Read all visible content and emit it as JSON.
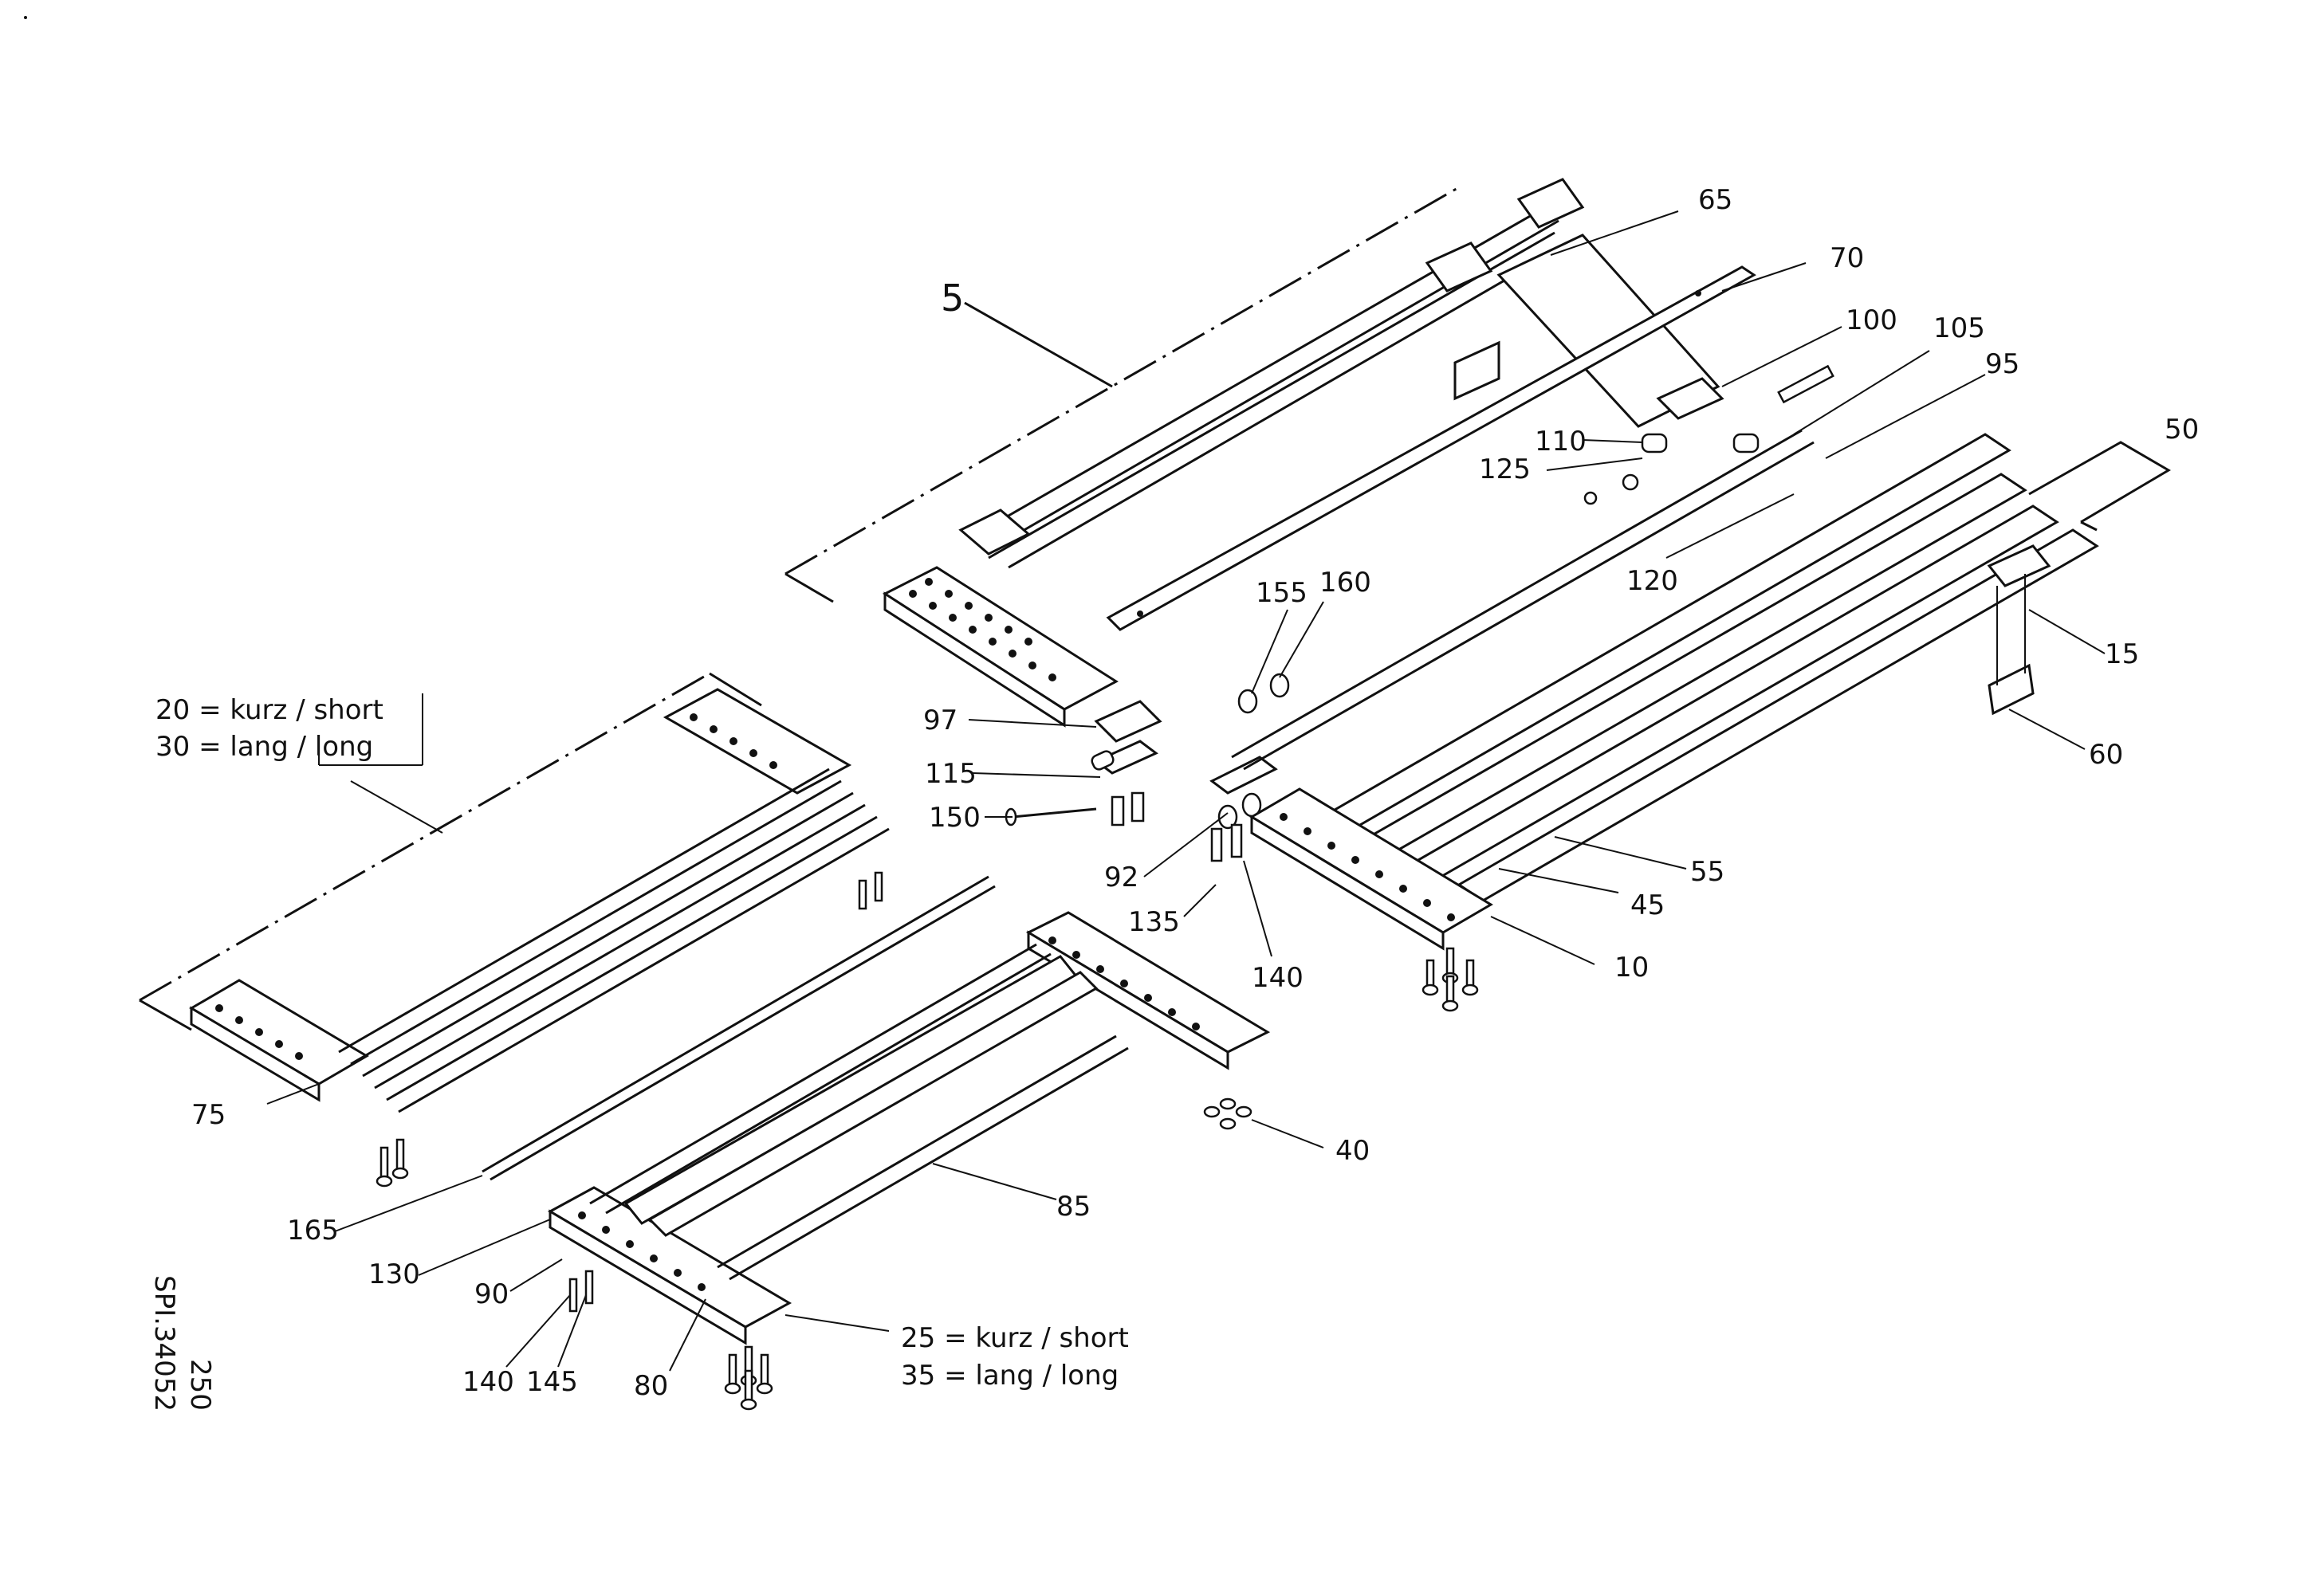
{
  "drawing_code": "SPI.34052",
  "sheet_number": "250",
  "callouts": {
    "c5": "5",
    "c10": "10",
    "c15": "15",
    "c40": "40",
    "c45": "45",
    "c50": "50",
    "c55": "55",
    "c60": "60",
    "c65": "65",
    "c70": "70",
    "c75": "75",
    "c80": "80",
    "c85": "85",
    "c90": "90",
    "c92": "92",
    "c95": "95",
    "c97": "97",
    "c100": "100",
    "c105": "105",
    "c110": "110",
    "c115": "115",
    "c120": "120",
    "c125": "125",
    "c130": "130",
    "c135": "135",
    "c140a": "140",
    "c140b": "140",
    "c145": "145",
    "c150": "150",
    "c155": "155",
    "c160": "160",
    "c165": "165"
  },
  "legend_left": {
    "line1": "20 = kurz / short",
    "line2": "30 = lang / long"
  },
  "legend_bottom": {
    "line1": "25 = kurz / short",
    "line2": "35 = lang / long"
  }
}
